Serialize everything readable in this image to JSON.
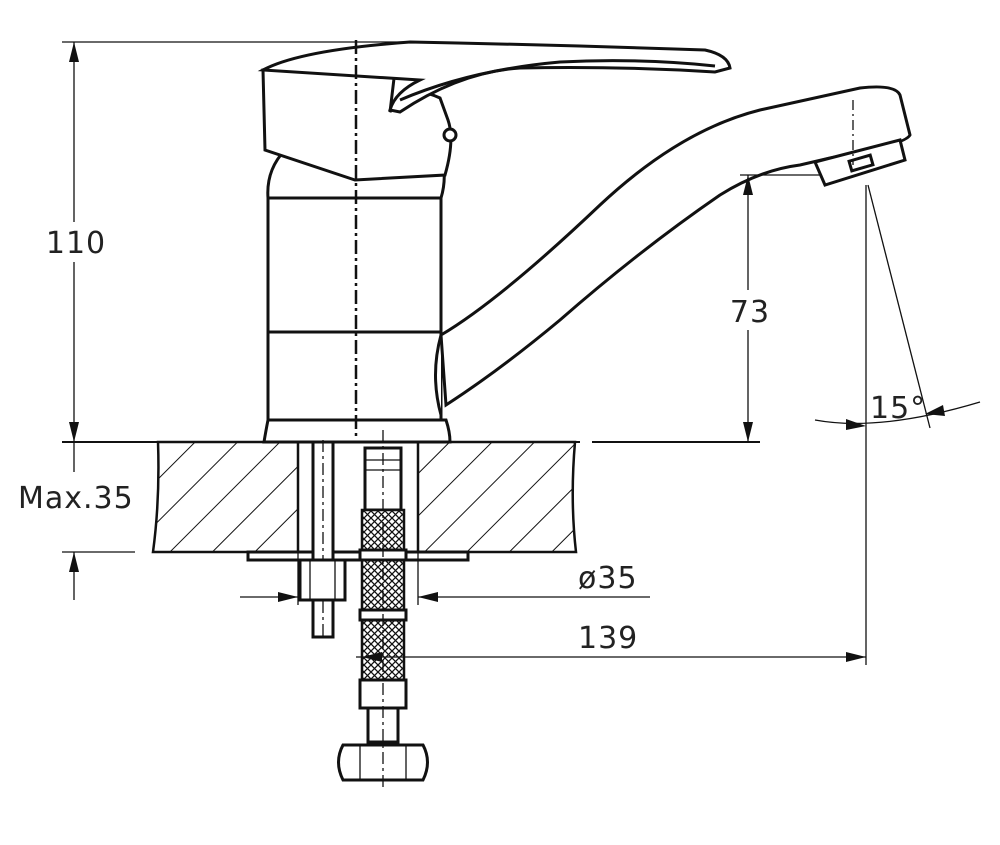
{
  "drawing": {
    "dimensions": {
      "total_height": "110",
      "spout_height": "73",
      "max_thickness": "Max.35",
      "hole_diameter": "ø35",
      "spout_reach": "139",
      "spout_angle": "15°"
    }
  }
}
